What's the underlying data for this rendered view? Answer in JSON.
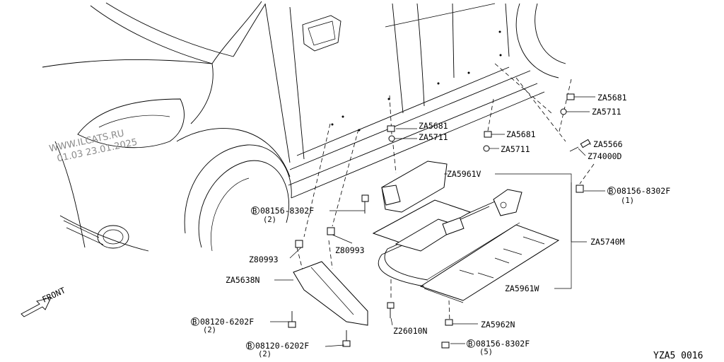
{
  "watermark": {
    "site": "WWW.ILCATS.RU",
    "date": "01.03 23.01.2025"
  },
  "front_label": "FRONT",
  "sheet_id": "YZA5 0016",
  "bolt_symbol": "B",
  "callouts": {
    "za5681_a": "ZA5681",
    "za5711_a": "ZA5711",
    "za5566": "ZA5566",
    "z74000d": "Z74000D",
    "za5681_b": "ZA5681",
    "za5711_b": "ZA5711",
    "za5681_c": "ZA5681",
    "za5711_c": "ZA5711",
    "za5961v": "ZA5961V",
    "b08156_right": "08156-8302F",
    "b08156_right_qty": "(1)",
    "b08156_left": "08156-8302F",
    "b08156_left_qty": "(2)",
    "za5740m": "ZA5740M",
    "z80993_a": "Z80993",
    "z80993_b": "Z80993",
    "za5638n": "ZA5638N",
    "za5961w": "ZA5961W",
    "b08120_a": "08120-6202F",
    "b08120_a_qty": "(2)",
    "z26010n": "Z26010N",
    "za5962n": "ZA5962N",
    "b08120_b": "08120-6202F",
    "b08120_b_qty": "(2)",
    "b08156_bottom": "08156-8302F",
    "b08156_bottom_qty": "(5)"
  }
}
